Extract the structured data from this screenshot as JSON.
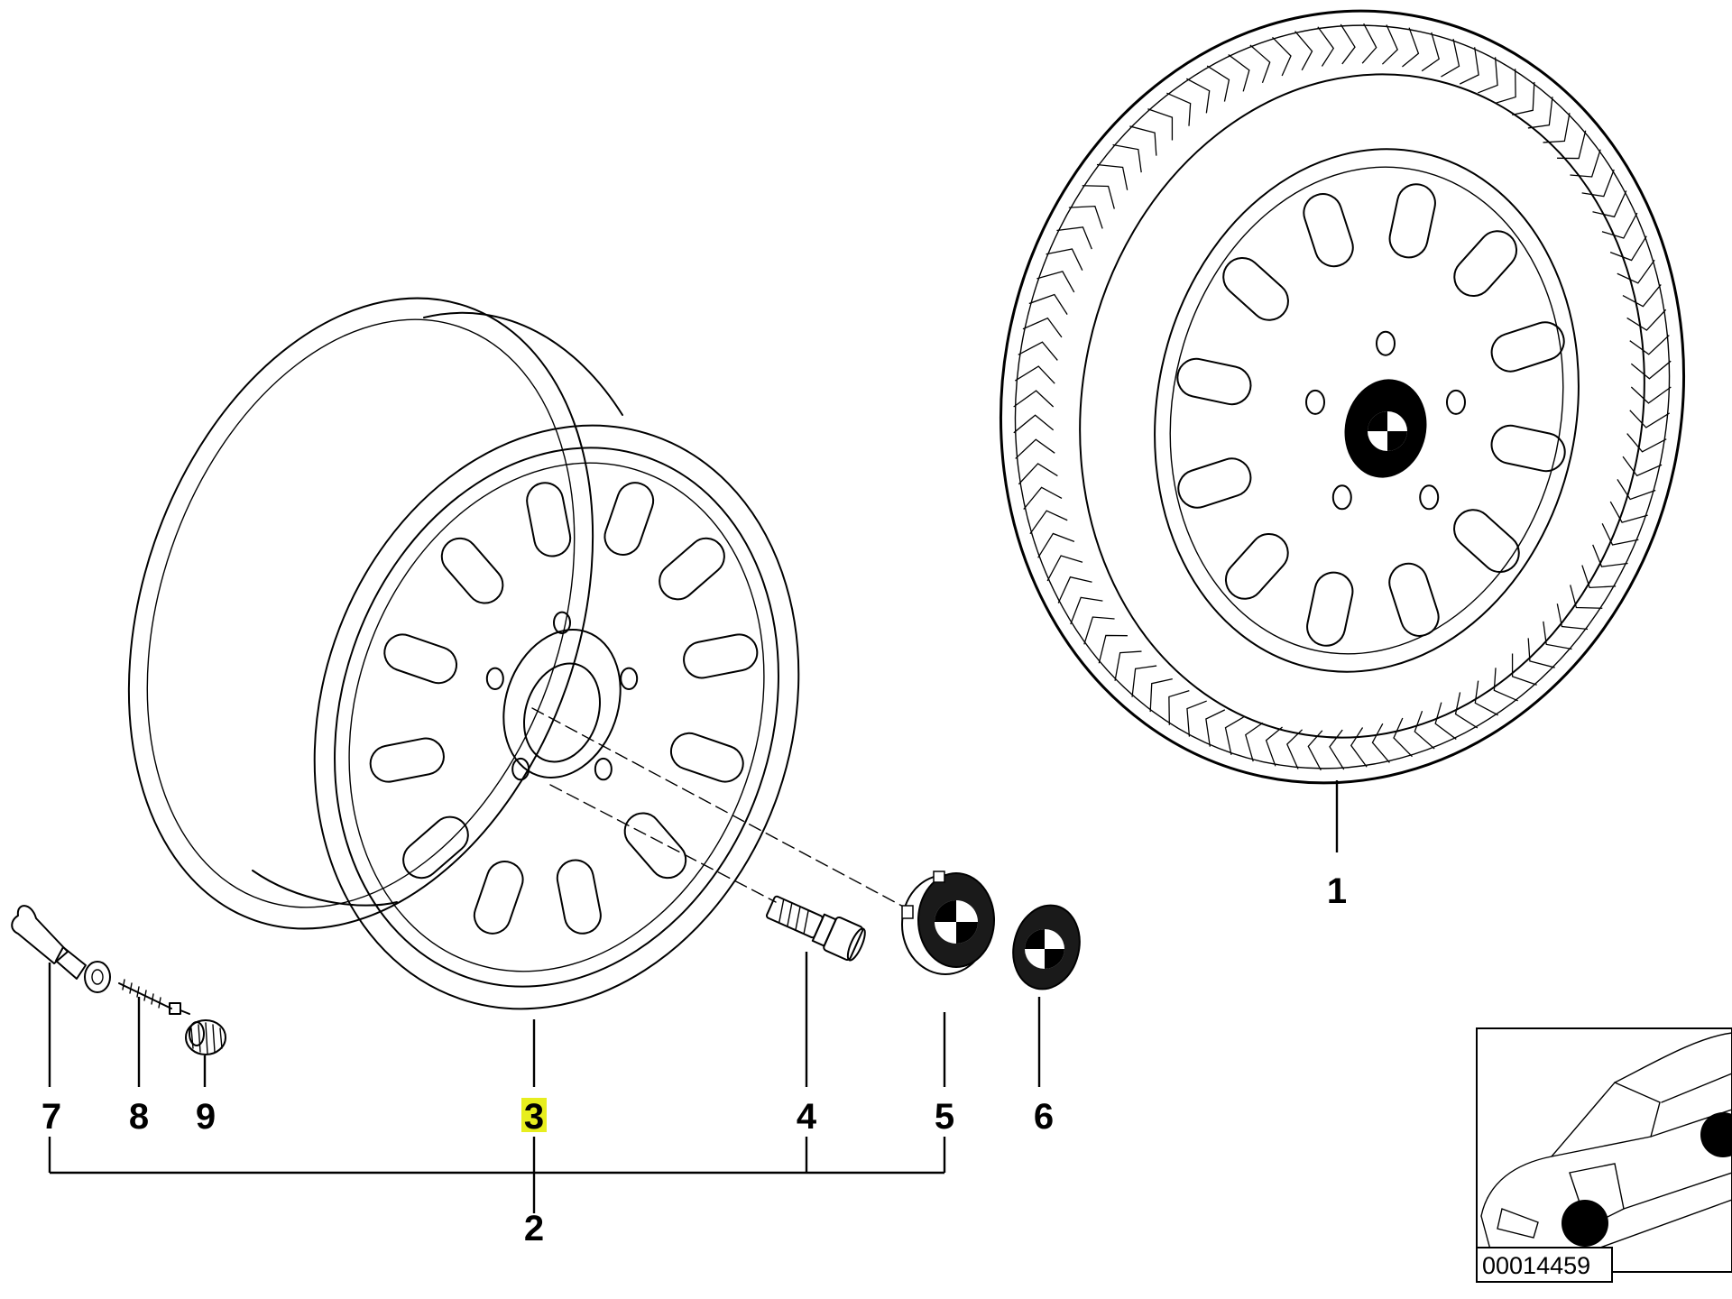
{
  "diagram": {
    "highlight_color": "#e7ee1f",
    "callouts": [
      {
        "id": "1",
        "label": "1"
      },
      {
        "id": "2",
        "label": "2"
      },
      {
        "id": "3",
        "label": "3",
        "highlighted": true
      },
      {
        "id": "4",
        "label": "4"
      },
      {
        "id": "5",
        "label": "5"
      },
      {
        "id": "6",
        "label": "6"
      },
      {
        "id": "7",
        "label": "7"
      },
      {
        "id": "8",
        "label": "8"
      },
      {
        "id": "9",
        "label": "9"
      }
    ],
    "parts": {
      "1": "complete-wheel-with-tire",
      "3": "light-alloy-rim",
      "4": "wheel-bolt",
      "5": "hub-cap",
      "6": "emblem",
      "7": "valve",
      "8": "valve-insert",
      "9": "valve-cap"
    },
    "locator": {
      "reference_number": "00014459"
    }
  }
}
